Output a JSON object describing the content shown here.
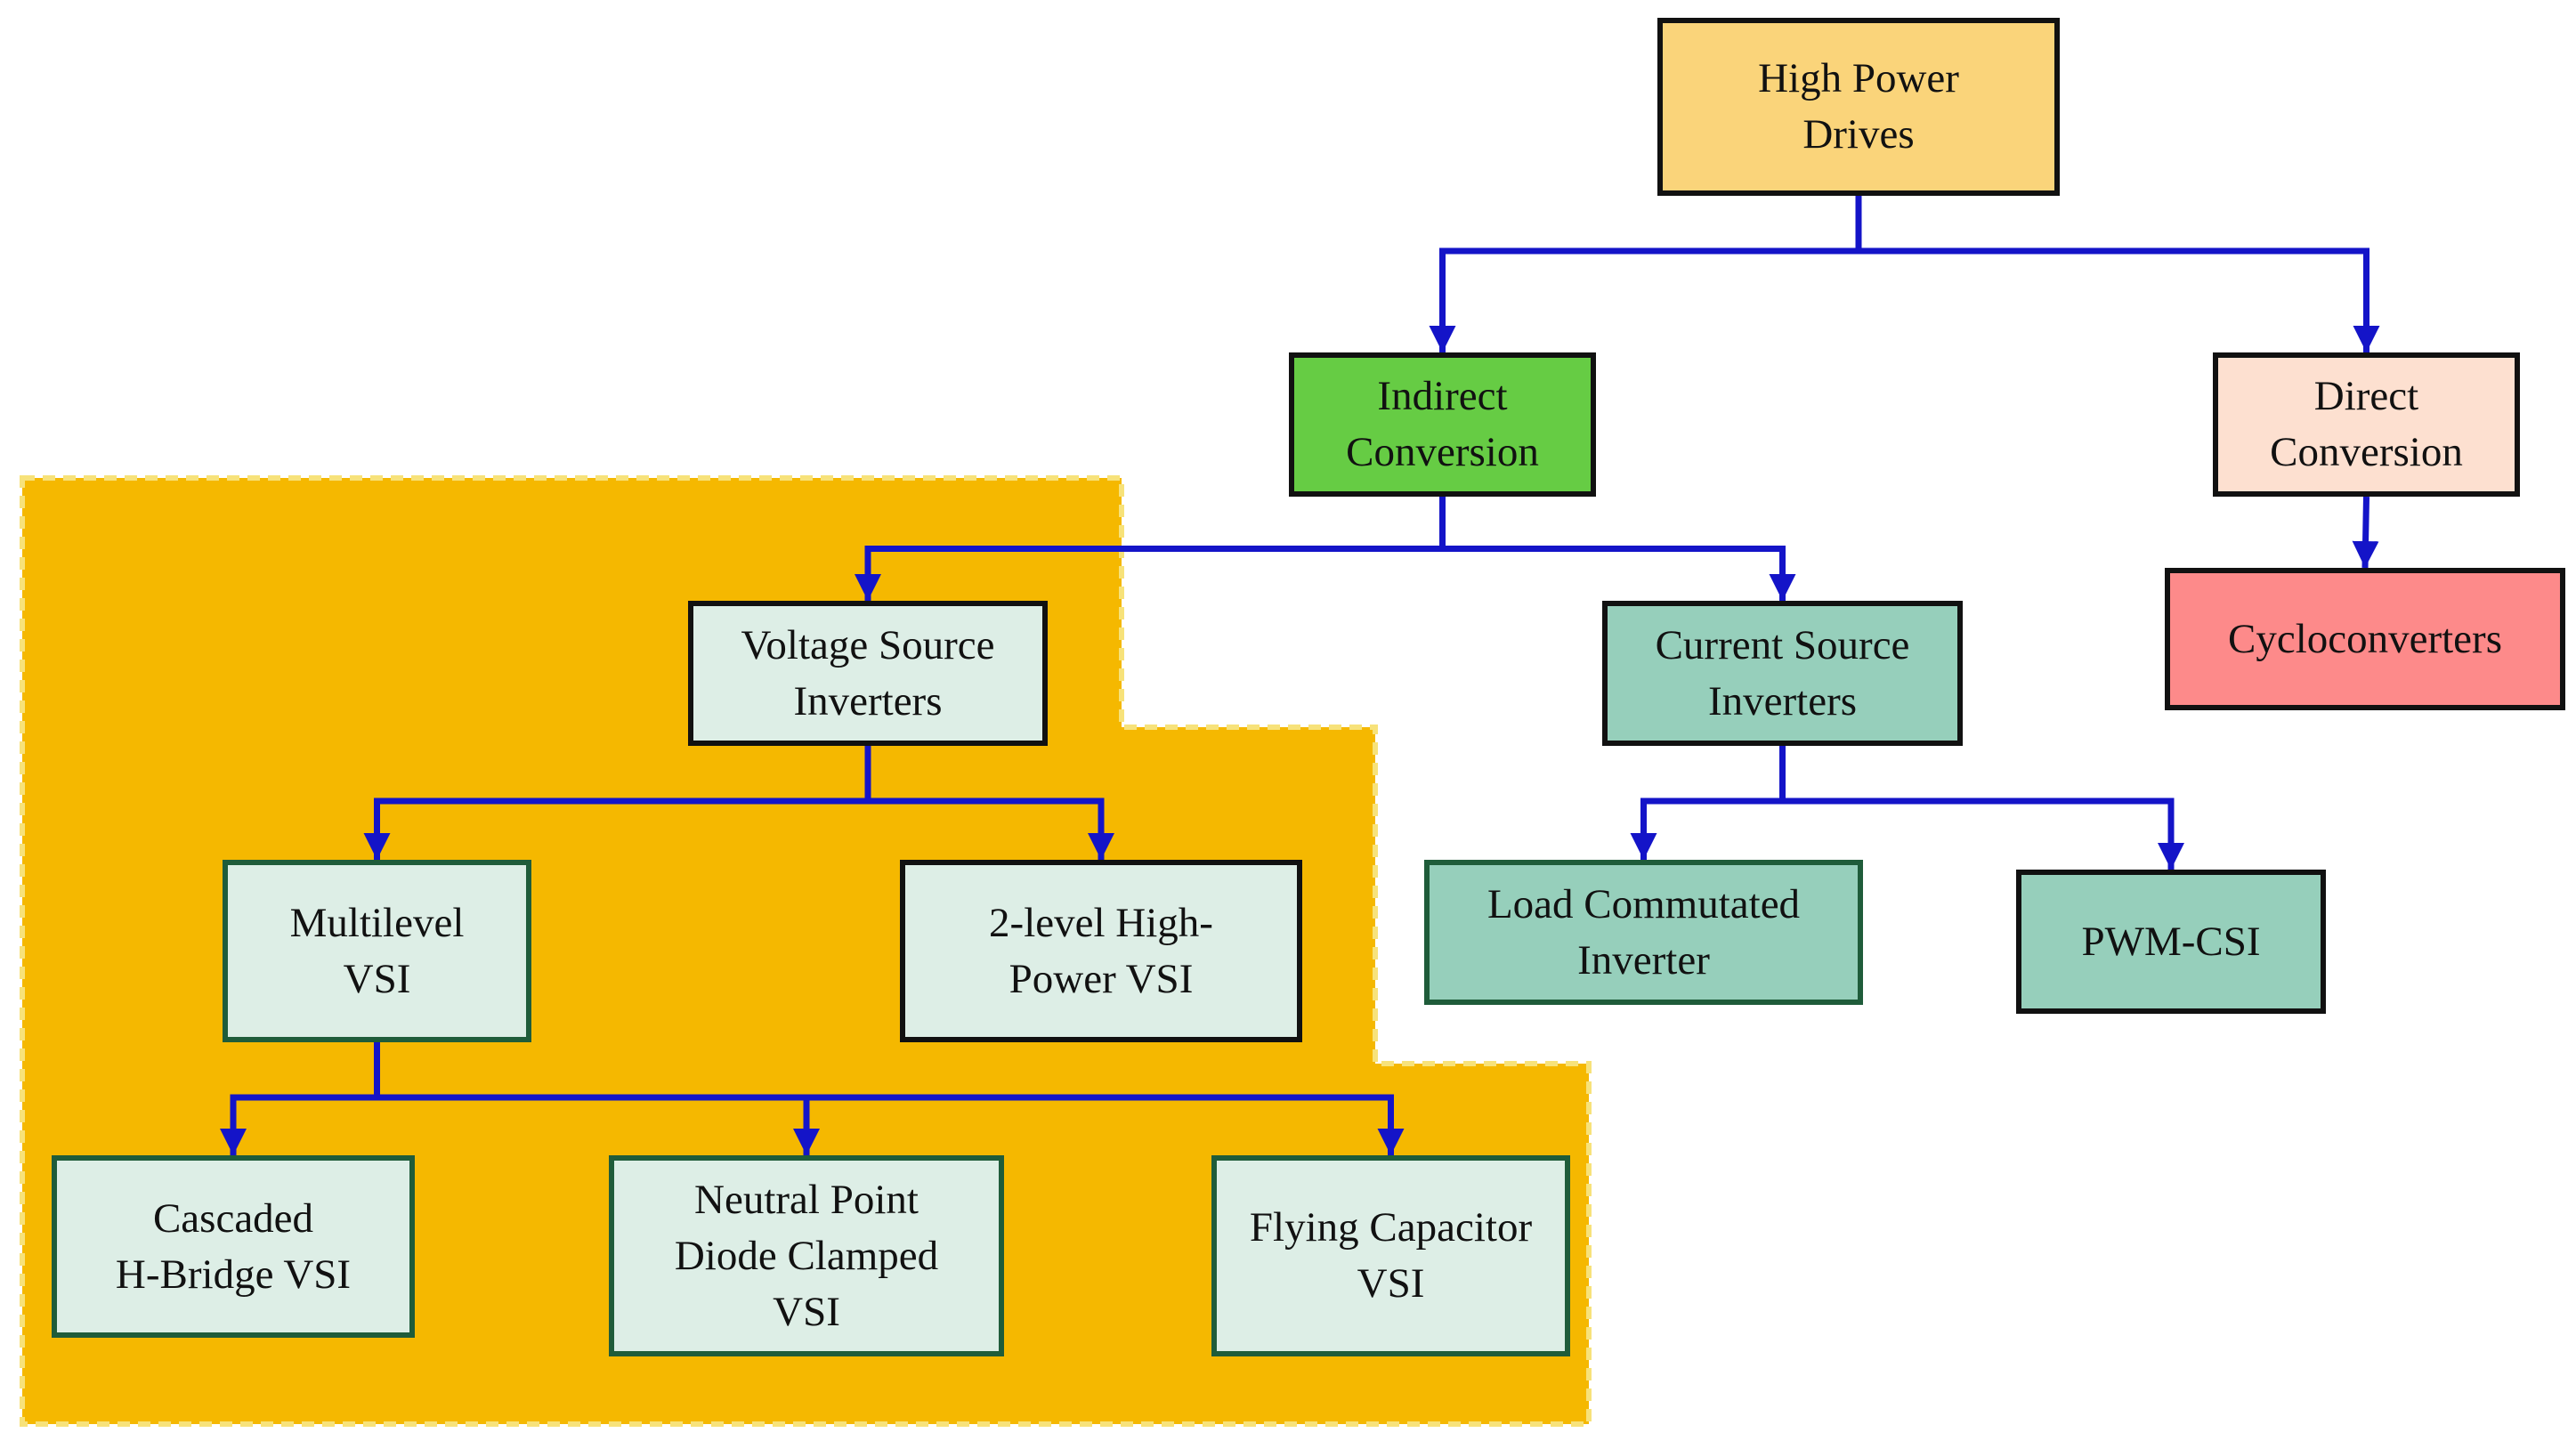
{
  "colors": {
    "connector": "#1414c8",
    "region_fill": "#f5b800",
    "region_border": "#f7e27a",
    "border_black": "#111111",
    "border_green": "#1f5c3a"
  },
  "nodes": {
    "high_power_drives": {
      "label": "High Power\nDrives",
      "fill": "#fad47a"
    },
    "indirect_conversion": {
      "label": "Indirect\nConversion",
      "fill": "#66cc44"
    },
    "direct_conversion": {
      "label": "Direct\nConversion",
      "fill": "#fde0d0"
    },
    "cycloconverters": {
      "label": "Cycloconverters",
      "fill": "#fd8a8a"
    },
    "voltage_source_inverters": {
      "label": "Voltage Source\nInverters",
      "fill": "#ddeee6"
    },
    "current_source_inverters": {
      "label": "Current Source\nInverters",
      "fill": "#96cfbb"
    },
    "multilevel_vsi": {
      "label": "Multilevel\nVSI",
      "fill": "#ddeee6"
    },
    "two_level_vsi": {
      "label": "2-level High-\nPower VSI",
      "fill": "#ddeee6"
    },
    "load_commutated_inverter": {
      "label": "Load Commutated\nInverter",
      "fill": "#96cfbb"
    },
    "pwm_csi": {
      "label": "PWM-CSI",
      "fill": "#96cfbb"
    },
    "cascaded_hbridge_vsi": {
      "label": "Cascaded\nH-Bridge VSI",
      "fill": "#ddeee6"
    },
    "npc_vsi": {
      "label": "Neutral Point\nDiode Clamped\nVSI",
      "fill": "#ddeee6"
    },
    "flying_capacitor_vsi": {
      "label": "Flying Capacitor\nVSI",
      "fill": "#ddeee6"
    }
  },
  "edges": [
    {
      "from": "high_power_drives",
      "to": "indirect_conversion"
    },
    {
      "from": "high_power_drives",
      "to": "direct_conversion"
    },
    {
      "from": "direct_conversion",
      "to": "cycloconverters"
    },
    {
      "from": "indirect_conversion",
      "to": "voltage_source_inverters"
    },
    {
      "from": "indirect_conversion",
      "to": "current_source_inverters"
    },
    {
      "from": "voltage_source_inverters",
      "to": "multilevel_vsi"
    },
    {
      "from": "voltage_source_inverters",
      "to": "two_level_vsi"
    },
    {
      "from": "current_source_inverters",
      "to": "load_commutated_inverter"
    },
    {
      "from": "current_source_inverters",
      "to": "pwm_csi"
    },
    {
      "from": "multilevel_vsi",
      "to": "cascaded_hbridge_vsi"
    },
    {
      "from": "multilevel_vsi",
      "to": "npc_vsi"
    },
    {
      "from": "multilevel_vsi",
      "to": "flying_capacitor_vsi"
    }
  ]
}
